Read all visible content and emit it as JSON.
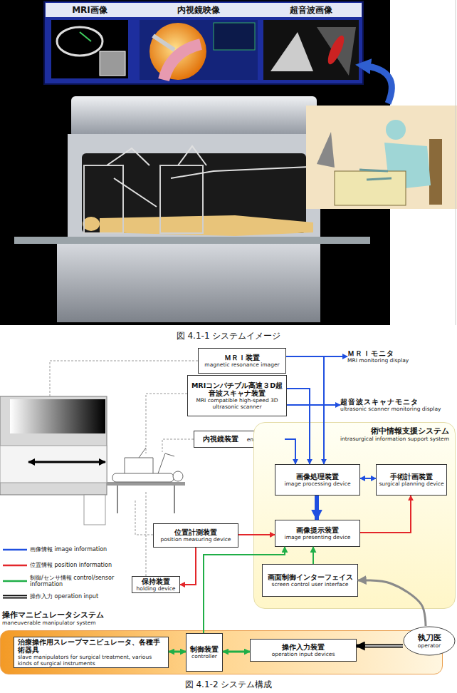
{
  "diagram": {
    "caption": "図 4.1-2 システム構成",
    "nodes": [
      {
        "text": [
          "ＭＲＩ装置",
          "magnetic resonance imager"
        ]
      },
      {
        "text": [
          "ＭＲＩモニタ",
          "MRI monitoring display"
        ]
      },
      {
        "text": [
          "MRIコンパチブル高速３D超音波スキャナ装置",
          "MRI compatible high-speed 3D ultrasonic scanner"
        ]
      },
      {
        "text": [
          "超音波スキャナモニタ",
          "ultrasonic scanner monitoring display"
        ]
      },
      {
        "text": [
          "内視鏡装置",
          "endoscope"
        ]
      },
      {
        "text": [
          "術中情報支援システム",
          "intrasurgical information support system"
        ]
      },
      {
        "text": [
          "画像処理装置",
          "image processing device"
        ],
        "in": 5
      },
      {
        "text": [
          "手術計画装置",
          "surgical planning device"
        ],
        "in": 5
      },
      {
        "text": [
          "画像提示装置",
          "image presenting device"
        ],
        "in": 5
      },
      {
        "text": [
          "画面制御インターフェイス",
          "screen control user interface"
        ],
        "in": 5
      },
      {
        "text": [
          "位置計測装置",
          "position measuring device"
        ]
      },
      {
        "text": [
          "保持装置",
          "holding device"
        ]
      },
      {
        "text": [
          "操作マニピュレータシステム",
          "maneuverable manipulator system"
        ]
      },
      {
        "text": [
          "治療操作用スレーブマニピュレータ、各種手術器具",
          "slave manipulators for surgical treatment, various kinds of surgical instruments"
        ],
        "in": 12
      },
      {
        "text": [
          "制御装置",
          "controller"
        ],
        "in": 12
      },
      {
        "text": [
          "操作入力装置",
          "operation input devices"
        ],
        "in": 12
      },
      {
        "text": [
          "執刀医",
          "operator"
        ]
      }
    ],
    "edges": [
      {
        "from": 0,
        "to": 1,
        "arrow": "to"
      },
      {
        "from": 0,
        "to": 6,
        "arrow": "to"
      },
      {
        "from": 2,
        "to": 3,
        "arrow": "to"
      },
      {
        "from": 2,
        "to": 6,
        "arrow": "to"
      },
      {
        "from": 4,
        "to": 6,
        "arrow": "to"
      },
      {
        "from": 6,
        "to": 7,
        "arrow": "both"
      },
      {
        "from": 6,
        "to": 8,
        "arrow": "to"
      },
      {
        "from": 10,
        "to": 8,
        "arrow": "to"
      },
      {
        "from": 8,
        "to": 7,
        "arrow": "to"
      },
      {
        "from": 10,
        "to": 11,
        "arrow": "to"
      },
      {
        "from": 9,
        "to": 8,
        "arrow": "to"
      },
      {
        "from": 14,
        "to": 8,
        "arrow": "to"
      },
      {
        "from": 14,
        "to": 13,
        "arrow": "both"
      },
      {
        "from": 14,
        "to": 15,
        "arrow": "both"
      },
      {
        "from": 16,
        "to": 15,
        "arrow": "to"
      },
      {
        "from": 16,
        "to": 9,
        "arrow": "to"
      }
    ],
    "labels": [
      "図 4.1-1 システムイメージ",
      "MRI画像",
      "内視鏡映像",
      "超音波画像"
    ],
    "legend": [
      {
        "text": "画像情報 image information"
      },
      {
        "text": "位置情報 position information"
      },
      {
        "text": "制御/センサ情報 control/sensor information"
      },
      {
        "text": "操作入力 operation input"
      }
    ]
  }
}
